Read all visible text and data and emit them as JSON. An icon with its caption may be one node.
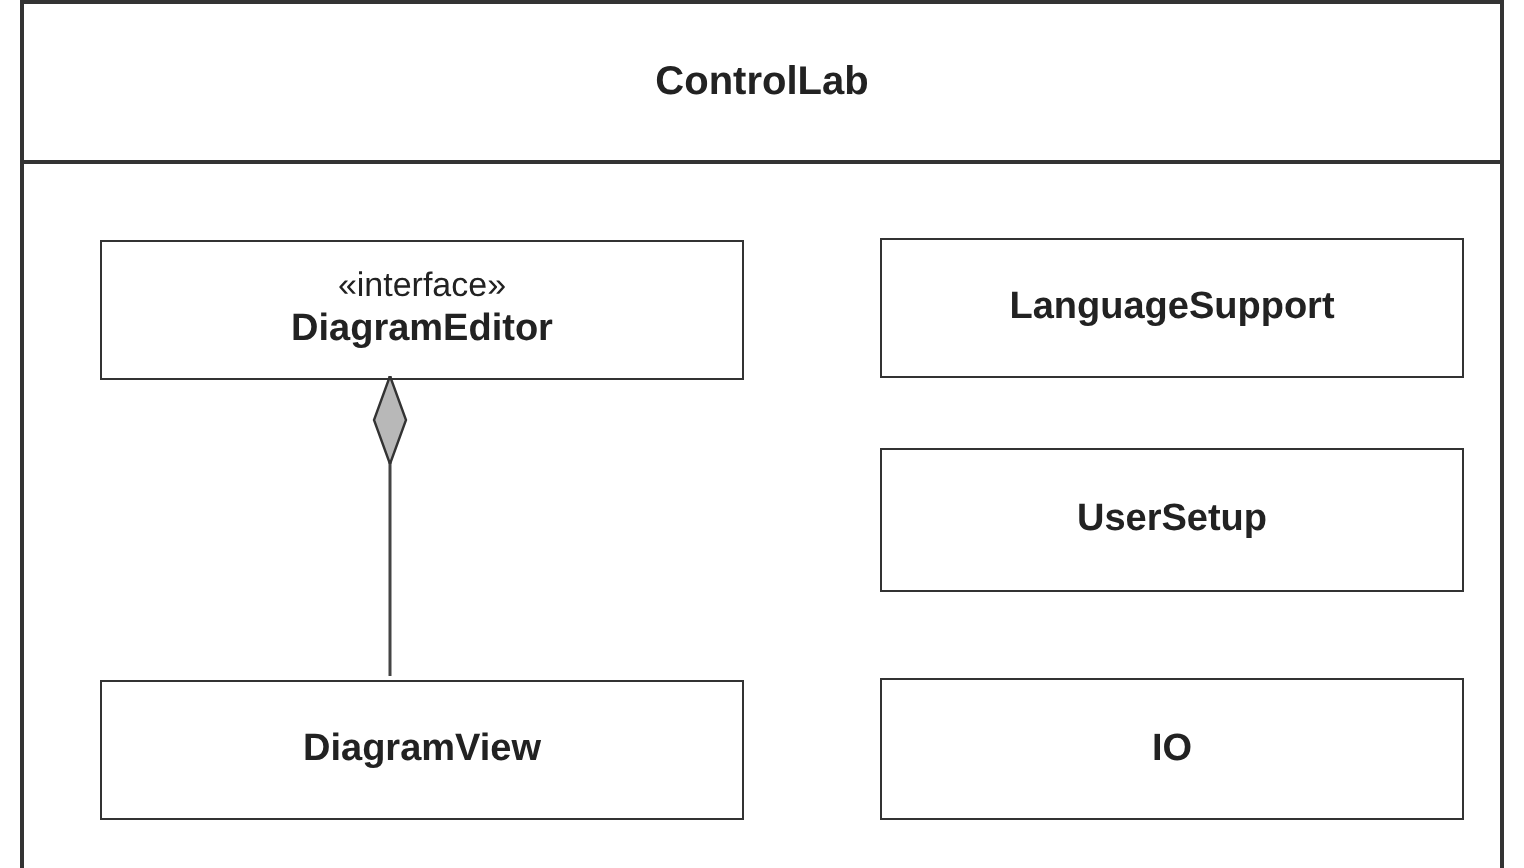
{
  "diagram": {
    "nodes": [
      {
        "text": [
          "ControlLab"
        ]
      },
      {
        "text": [
          "«interface»",
          "DiagramEditor"
        ],
        "in": 0
      },
      {
        "text": [
          "LanguageSupport"
        ],
        "in": 0
      },
      {
        "text": [
          "UserSetup"
        ],
        "in": 0
      },
      {
        "text": [
          "DiagramView"
        ],
        "in": 0
      },
      {
        "text": [
          "IO"
        ],
        "in": 0
      }
    ],
    "edges": [
      {
        "from": 4,
        "to": 1,
        "arrow": "other"
      }
    ]
  }
}
